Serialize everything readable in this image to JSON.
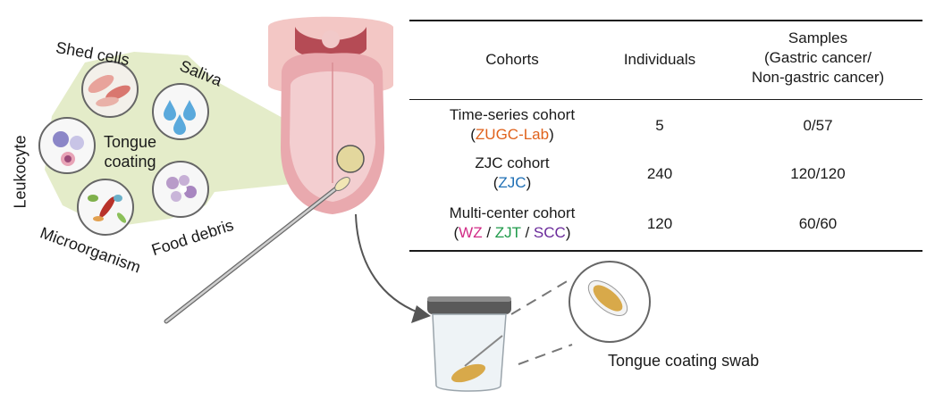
{
  "colors": {
    "zugc": "#e0621c",
    "zjc": "#1f6fb5",
    "wz": "#d12b86",
    "zjt": "#1f9a4a",
    "scc": "#6a2a9a",
    "cone": "#dfe9bf",
    "tongue": "#e9a9ae",
    "swab_fluid": "#d8a94a"
  },
  "labels": {
    "shed_cells": "Shed cells",
    "saliva": "Saliva",
    "leukocyte": "Leukocyte",
    "tongue_coating": "Tongue\ncoating",
    "food_debris": "Food debris",
    "microorganism": "Microorganism",
    "tongue_coating_swab": "Tongue coating swab"
  },
  "table": {
    "headers": {
      "cohorts": "Cohorts",
      "individuals": "Individuals",
      "samples": "Samples\n(Gastric cancer/\nNon-gastric cancer)"
    },
    "rows": [
      {
        "cohort": "Time-series cohort",
        "source_open": "(",
        "sources": [
          "ZUGC-Lab"
        ],
        "source_close": ")",
        "individuals": "5",
        "samples": "0/57"
      },
      {
        "cohort": "ZJC cohort",
        "source_open": "(",
        "sources": [
          "ZJC"
        ],
        "source_close": ")",
        "individuals": "240",
        "samples": "120/120"
      },
      {
        "cohort": "Multi-center cohort",
        "source_open": "(",
        "sources": [
          "WZ",
          "ZJT",
          "SCC"
        ],
        "source_sep": " / ",
        "source_close": ")",
        "individuals": "120",
        "samples": "60/60"
      }
    ]
  }
}
